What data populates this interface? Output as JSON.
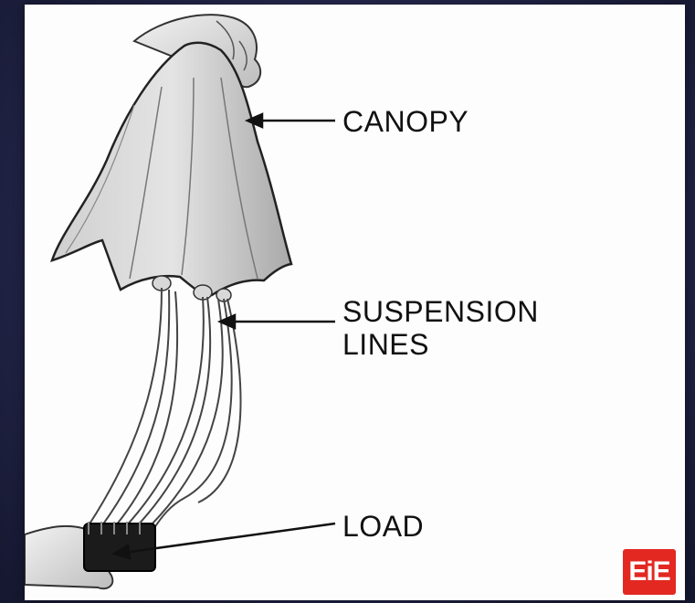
{
  "labels": {
    "canopy": "CANOPY",
    "suspension_line1": "SUSPENSION",
    "suspension_line2": "LINES",
    "load": "LOAD"
  },
  "logo": {
    "text": "EiE",
    "color": "#e32822"
  }
}
